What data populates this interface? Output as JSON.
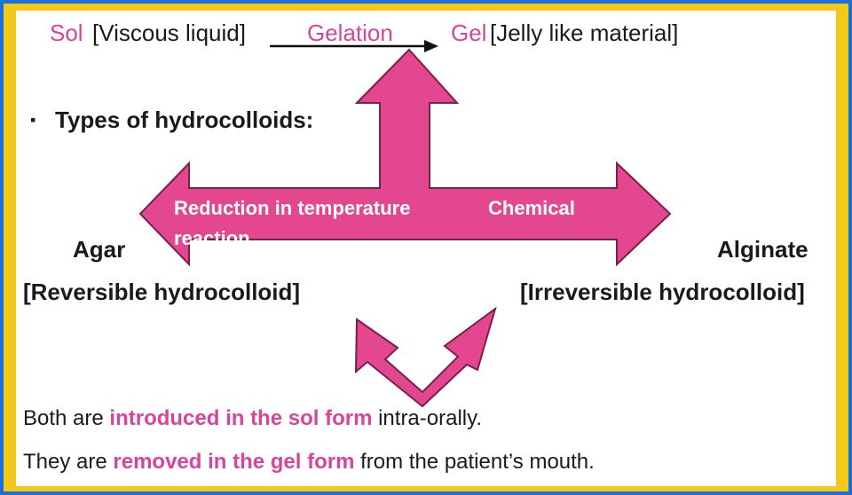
{
  "header": {
    "sol": "Sol",
    "sol_desc": "[Viscous liquid]",
    "gelation": "Gelation",
    "gel": "Gel",
    "gel_desc": "[Jelly like material]"
  },
  "bullet": {
    "marker": "▪",
    "text": "Types of hydrocolloids:"
  },
  "arrow_labels": {
    "left": "Reduction in temperature",
    "left_cont": "reaction",
    "right": "Chemical"
  },
  "types": {
    "agar": "Agar",
    "agar_desc": "[Reversible hydrocolloid]",
    "alginate": "Alginate",
    "alginate_desc": "[Irreversible hydrocolloid]"
  },
  "footer": {
    "line1_pre": "Both are ",
    "line1_hl": "introduced in the sol form",
    "line1_post": " intra-orally.",
    "line2_pre": "They are ",
    "line2_hl": "removed in the gel form",
    "line2_post": " from the patient’s mouth."
  },
  "colors": {
    "arrow_fill": "#e2478f",
    "highlight": "#d6449c",
    "frame": "#f2c81b",
    "outer": "#1d6fd8"
  }
}
